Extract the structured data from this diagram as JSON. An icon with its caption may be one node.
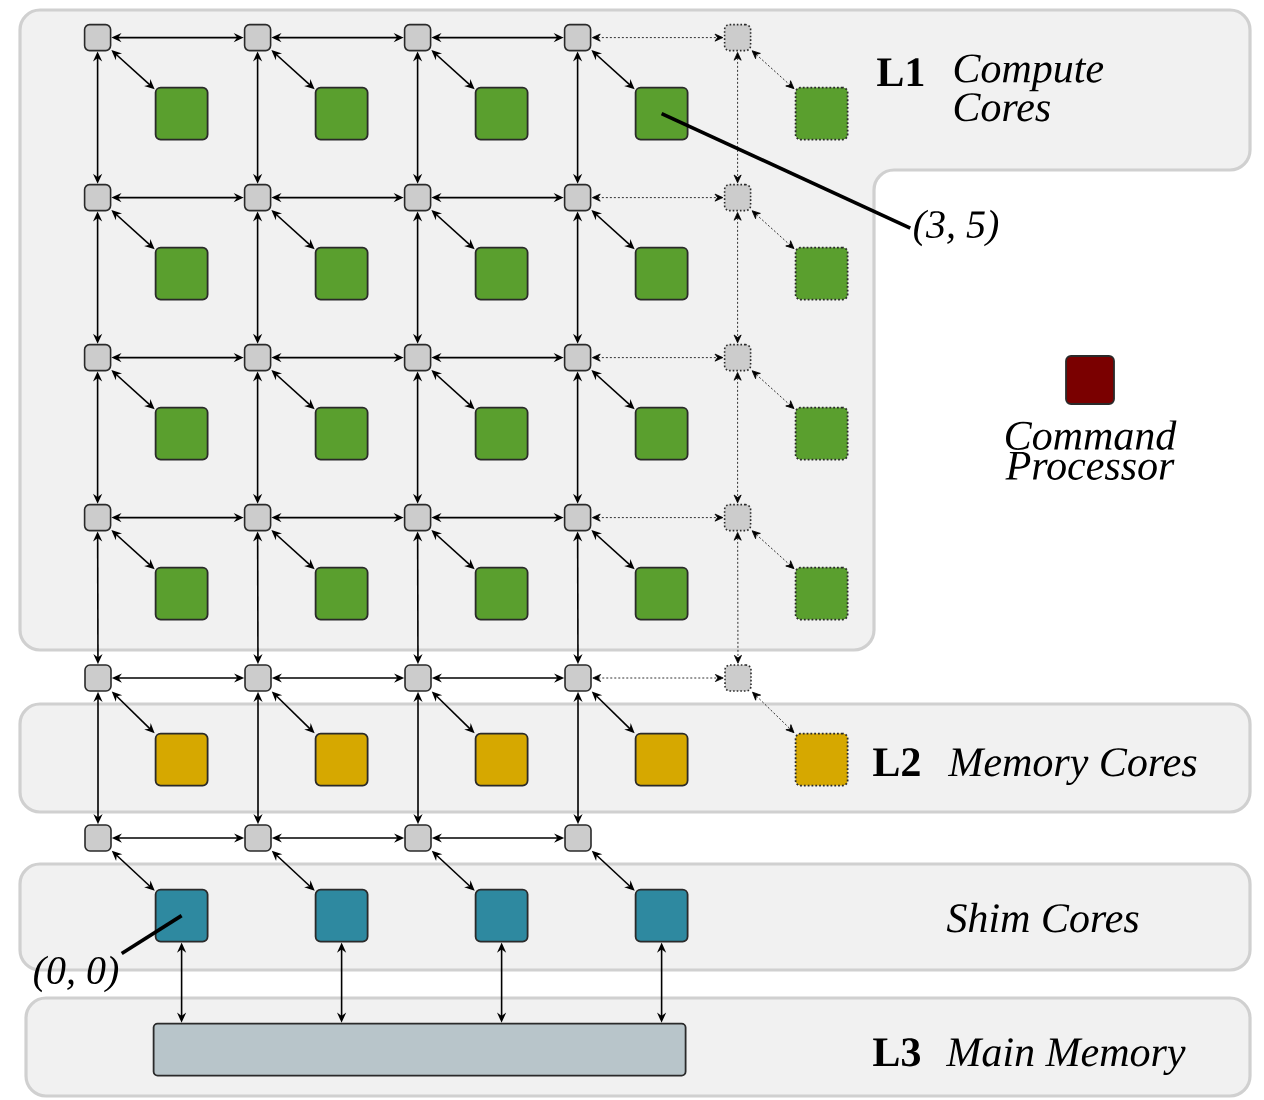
{
  "diagram": {
    "nodes": [
      {
        "text": [
          "L1",
          "Compute Cores"
        ]
      },
      {
        "text": [],
        "shape": "box",
        "in": 0
      },
      {
        "text": [],
        "shape": "box",
        "in": 0
      },
      {
        "text": [],
        "shape": "box",
        "in": 0
      },
      {
        "text": [],
        "shape": "box",
        "in": 0
      },
      {
        "text": [],
        "shape": "box",
        "in": 0
      },
      {
        "text": [],
        "shape": "box",
        "in": 0
      },
      {
        "text": [],
        "shape": "box",
        "in": 0
      },
      {
        "text": [],
        "shape": "box",
        "in": 0
      },
      {
        "text": [],
        "shape": "box",
        "in": 0
      },
      {
        "text": [],
        "shape": "box",
        "in": 0
      },
      {
        "text": [],
        "shape": "box",
        "in": 0
      },
      {
        "text": [],
        "shape": "box",
        "in": 0
      },
      {
        "text": [],
        "shape": "box",
        "in": 0
      },
      {
        "text": [],
        "shape": "box",
        "in": 0
      },
      {
        "text": [],
        "shape": "box",
        "in": 0
      },
      {
        "text": [],
        "shape": "box",
        "in": 0
      },
      {
        "text": [],
        "shape": "box",
        "in": 0
      },
      {
        "text": [],
        "shape": "box",
        "in": 0
      },
      {
        "text": [],
        "shape": "box",
        "in": 0
      },
      {
        "text": [],
        "shape": "box",
        "in": 0
      },
      {
        "text": [],
        "shape": "box",
        "in": 0
      },
      {
        "text": [],
        "shape": "box",
        "in": 0
      },
      {
        "text": [],
        "shape": "box",
        "in": 0
      },
      {
        "text": [],
        "shape": "box",
        "in": 0
      },
      {
        "text": [],
        "shape": "box",
        "in": 0
      },
      {
        "text": [],
        "shape": "box",
        "in": 0
      },
      {
        "text": [],
        "shape": "box",
        "in": 0
      },
      {
        "text": [],
        "shape": "box",
        "in": 0
      },
      {
        "text": [],
        "shape": "box",
        "in": 0
      },
      {
        "text": [],
        "shape": "box",
        "in": 0
      },
      {
        "text": [],
        "shape": "box",
        "in": 0
      },
      {
        "text": [],
        "shape": "box",
        "in": 0
      },
      {
        "text": [],
        "shape": "box",
        "in": 0
      },
      {
        "text": [],
        "shape": "box",
        "in": 0
      },
      {
        "text": [],
        "shape": "box",
        "in": 0
      },
      {
        "text": [],
        "shape": "box",
        "in": 0
      },
      {
        "text": [],
        "shape": "box",
        "in": 0
      },
      {
        "text": [],
        "shape": "box",
        "in": 0
      },
      {
        "text": [],
        "shape": "box",
        "in": 0
      },
      {
        "text": [],
        "shape": "box",
        "in": 0
      },
      {
        "text": [],
        "shape": "box"
      },
      {
        "text": [],
        "shape": "box"
      },
      {
        "text": [],
        "shape": "box"
      },
      {
        "text": [],
        "shape": "box"
      },
      {
        "text": [],
        "shape": "box"
      },
      {
        "text": [
          "L2",
          "Memory Cores"
        ]
      },
      {
        "text": [],
        "shape": "box",
        "in": 46
      },
      {
        "text": [],
        "shape": "box",
        "in": 46
      },
      {
        "text": [],
        "shape": "box",
        "in": 46
      },
      {
        "text": [],
        "shape": "box",
        "in": 46
      },
      {
        "text": [],
        "shape": "box",
        "in": 46
      },
      {
        "text": [],
        "shape": "box"
      },
      {
        "text": [],
        "shape": "box"
      },
      {
        "text": [],
        "shape": "box"
      },
      {
        "text": [],
        "shape": "box"
      },
      {
        "text": [
          "Shim Cores"
        ]
      },
      {
        "text": [],
        "shape": "box",
        "in": 56
      },
      {
        "text": [],
        "shape": "box",
        "in": 56
      },
      {
        "text": [],
        "shape": "box",
        "in": 56
      },
      {
        "text": [],
        "shape": "box",
        "in": 56
      },
      {
        "text": [
          "L3",
          "Main Memory"
        ]
      },
      {
        "text": [],
        "shape": "bar",
        "in": 61
      },
      {
        "text": [
          "Command Processor"
        ]
      },
      {
        "text": [
          "(3, 5)"
        ]
      },
      {
        "text": [
          "(0, 0)"
        ]
      }
    ],
    "edges": [
      {
        "from": 21,
        "to": 22,
        "arrow": "both"
      },
      {
        "from": 22,
        "to": 23,
        "arrow": "both"
      },
      {
        "from": 23,
        "to": 24,
        "arrow": "both"
      },
      {
        "from": 24,
        "to": 25,
        "arrow": "both",
        "style": "dashed"
      },
      {
        "from": 26,
        "to": 27,
        "arrow": "both"
      },
      {
        "from": 27,
        "to": 28,
        "arrow": "both"
      },
      {
        "from": 28,
        "to": 29,
        "arrow": "both"
      },
      {
        "from": 29,
        "to": 30,
        "arrow": "both",
        "style": "dashed"
      },
      {
        "from": 31,
        "to": 32,
        "arrow": "both"
      },
      {
        "from": 32,
        "to": 33,
        "arrow": "both"
      },
      {
        "from": 33,
        "to": 34,
        "arrow": "both"
      },
      {
        "from": 34,
        "to": 35,
        "arrow": "both",
        "style": "dashed"
      },
      {
        "from": 36,
        "to": 37,
        "arrow": "both"
      },
      {
        "from": 37,
        "to": 38,
        "arrow": "both"
      },
      {
        "from": 38,
        "to": 39,
        "arrow": "both"
      },
      {
        "from": 39,
        "to": 40,
        "arrow": "both",
        "style": "dashed"
      },
      {
        "from": 41,
        "to": 42,
        "arrow": "both"
      },
      {
        "from": 42,
        "to": 43,
        "arrow": "both"
      },
      {
        "from": 43,
        "to": 44,
        "arrow": "both"
      },
      {
        "from": 44,
        "to": 45,
        "arrow": "both",
        "style": "dashed"
      },
      {
        "from": 52,
        "to": 53,
        "arrow": "both"
      },
      {
        "from": 53,
        "to": 54,
        "arrow": "both"
      },
      {
        "from": 54,
        "to": 55,
        "arrow": "both"
      },
      {
        "from": 21,
        "to": 26,
        "arrow": "both"
      },
      {
        "from": 22,
        "to": 27,
        "arrow": "both"
      },
      {
        "from": 23,
        "to": 28,
        "arrow": "both"
      },
      {
        "from": 24,
        "to": 29,
        "arrow": "both"
      },
      {
        "from": 25,
        "to": 30,
        "arrow": "both",
        "style": "dashed"
      },
      {
        "from": 26,
        "to": 31,
        "arrow": "both"
      },
      {
        "from": 27,
        "to": 32,
        "arrow": "both"
      },
      {
        "from": 28,
        "to": 33,
        "arrow": "both"
      },
      {
        "from": 29,
        "to": 34,
        "arrow": "both"
      },
      {
        "from": 30,
        "to": 35,
        "arrow": "both",
        "style": "dashed"
      },
      {
        "from": 31,
        "to": 36,
        "arrow": "both"
      },
      {
        "from": 32,
        "to": 37,
        "arrow": "both"
      },
      {
        "from": 33,
        "to": 38,
        "arrow": "both"
      },
      {
        "from": 34,
        "to": 39,
        "arrow": "both"
      },
      {
        "from": 35,
        "to": 40,
        "arrow": "both",
        "style": "dashed"
      },
      {
        "from": 36,
        "to": 41,
        "arrow": "both"
      },
      {
        "from": 37,
        "to": 42,
        "arrow": "both"
      },
      {
        "from": 38,
        "to": 43,
        "arrow": "both"
      },
      {
        "from": 39,
        "to": 44,
        "arrow": "both"
      },
      {
        "from": 40,
        "to": 45,
        "arrow": "both",
        "style": "dashed"
      },
      {
        "from": 41,
        "to": 52,
        "arrow": "both"
      },
      {
        "from": 42,
        "to": 53,
        "arrow": "both"
      },
      {
        "from": 43,
        "to": 54,
        "arrow": "both"
      },
      {
        "from": 44,
        "to": 55,
        "arrow": "both"
      },
      {
        "from": 21,
        "to": 1,
        "arrow": "both"
      },
      {
        "from": 22,
        "to": 2,
        "arrow": "both"
      },
      {
        "from": 23,
        "to": 3,
        "arrow": "both"
      },
      {
        "from": 24,
        "to": 4,
        "arrow": "both"
      },
      {
        "from": 25,
        "to": 5,
        "arrow": "both",
        "style": "dashed"
      },
      {
        "from": 26,
        "to": 6,
        "arrow": "both"
      },
      {
        "from": 27,
        "to": 7,
        "arrow": "both"
      },
      {
        "from": 28,
        "to": 8,
        "arrow": "both"
      },
      {
        "from": 29,
        "to": 9,
        "arrow": "both"
      },
      {
        "from": 30,
        "to": 10,
        "arrow": "both",
        "style": "dashed"
      },
      {
        "from": 31,
        "to": 11,
        "arrow": "both"
      },
      {
        "from": 32,
        "to": 12,
        "arrow": "both"
      },
      {
        "from": 33,
        "to": 13,
        "arrow": "both"
      },
      {
        "from": 34,
        "to": 14,
        "arrow": "both"
      },
      {
        "from": 35,
        "to": 15,
        "arrow": "both",
        "style": "dashed"
      },
      {
        "from": 36,
        "to": 16,
        "arrow": "both"
      },
      {
        "from": 37,
        "to": 17,
        "arrow": "both"
      },
      {
        "from": 38,
        "to": 18,
        "arrow": "both"
      },
      {
        "from": 39,
        "to": 19,
        "arrow": "both"
      },
      {
        "from": 40,
        "to": 20,
        "arrow": "both",
        "style": "dashed"
      },
      {
        "from": 41,
        "to": 47,
        "arrow": "both"
      },
      {
        "from": 42,
        "to": 48,
        "arrow": "both"
      },
      {
        "from": 43,
        "to": 49,
        "arrow": "both"
      },
      {
        "from": 44,
        "to": 50,
        "arrow": "both"
      },
      {
        "from": 45,
        "to": 51,
        "arrow": "both",
        "style": "dashed"
      },
      {
        "from": 52,
        "to": 57,
        "arrow": "both"
      },
      {
        "from": 53,
        "to": 58,
        "arrow": "both"
      },
      {
        "from": 54,
        "to": 59,
        "arrow": "both"
      },
      {
        "from": 55,
        "to": 60,
        "arrow": "both"
      },
      {
        "from": 57,
        "to": 62,
        "arrow": "both"
      },
      {
        "from": 58,
        "to": 62,
        "arrow": "both"
      },
      {
        "from": 59,
        "to": 62,
        "arrow": "both"
      },
      {
        "from": 60,
        "to": 62,
        "arrow": "both"
      },
      {
        "from": 64,
        "to": 4,
        "arrow": "none"
      },
      {
        "from": 65,
        "to": 57,
        "arrow": "none"
      }
    ]
  }
}
